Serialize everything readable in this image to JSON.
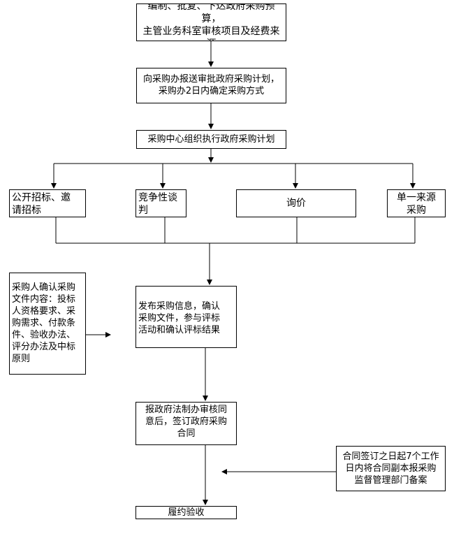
{
  "flowchart": {
    "step1": "编制、批复、下达政府采购预算，\n主管业务科室审核项目及经费来源",
    "step2": "向采购办报送审批政府采购计划，\n采购办2日内确定采购方式",
    "step3": "采购中心组织执行政府采购计划",
    "method_tender": "公开招标、邀\n请招标",
    "method_negotiation": "竞争性谈\n判",
    "method_inquiry": "询价",
    "method_single_source": "单一来源\n采购",
    "purchaser_confirm": "采购人确认采购\n文件内容：投标\n人资格要求、采\n购需求、付款条\n件、验收办法、\n评分办法及中标\n原则",
    "step4": "发布采购信息，确认\n采购文件，参与评标\n活动和确认评标结果",
    "step5": "报政府法制办审核同\n意后，签订政府采购\n合同",
    "filing_note": "合同签订之日起7个工作\n日内将合同副本报采购\n监督管理部门备案",
    "step6": "履约验收"
  },
  "colors": {
    "line": "#000000",
    "box_border": "#000000",
    "background": "#ffffff"
  }
}
